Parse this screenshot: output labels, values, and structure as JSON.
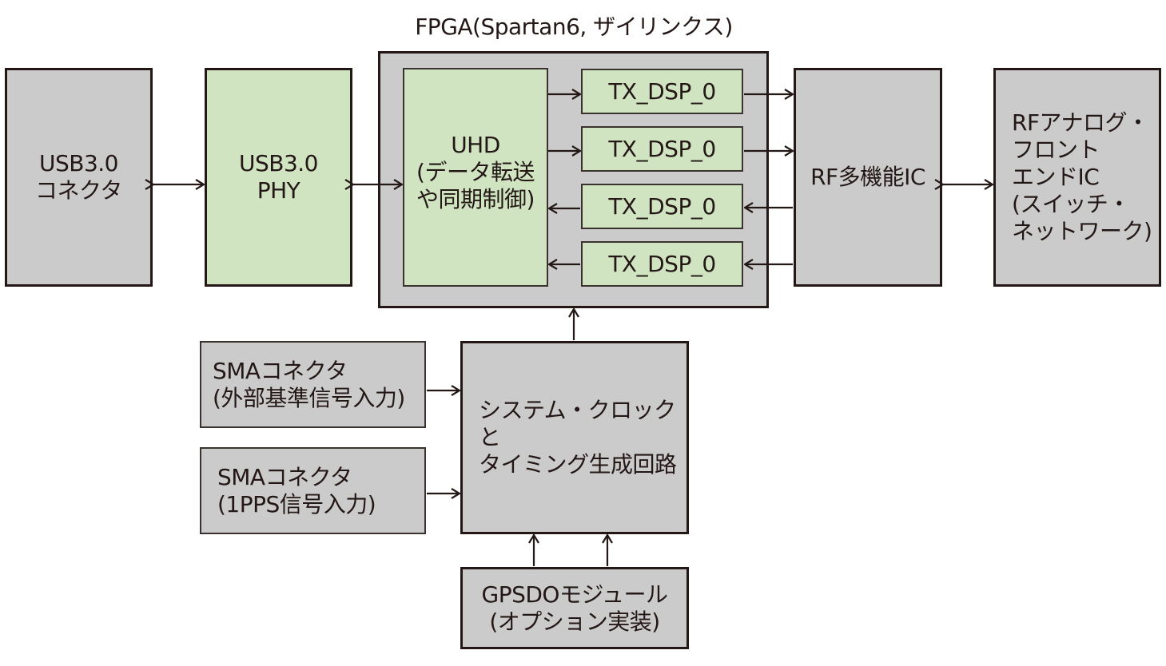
{
  "diagram": {
    "fpga_title": "FPGA(Spartan6, ザイリンクス)",
    "blocks": {
      "usb_connector": "USB3.0\nコネクタ",
      "usb_phy": "USB3.0\nPHY",
      "uhd": "UHD\n(データ転送\nや同期制御)",
      "tx_dsp": [
        "TX_DSP_0",
        "TX_DSP_0",
        "TX_DSP_0",
        "TX_DSP_0"
      ],
      "rf_ic": "RF多機能IC",
      "rf_frontend": "RFアナログ・\nフロント\nエンドIC\n(スイッチ・\nネットワーク)",
      "sma_ref": "SMAコネクタ\n(外部基準信号入力)",
      "sma_pps": "SMAコネクタ\n(1PPS信号入力)",
      "clock_gen": "システム・クロックと\nタイミング生成回路",
      "gpsdo": "GPSDOモジュール\n(オプション実装)"
    },
    "colors": {
      "gray_block": "#cbcbcb",
      "green_block": "#d0e4c2",
      "line": "#231815"
    },
    "connections": [
      {
        "from": "usb_connector",
        "to": "usb_phy",
        "direction": "bidirectional"
      },
      {
        "from": "usb_phy",
        "to": "uhd",
        "direction": "bidirectional"
      },
      {
        "from": "uhd",
        "to": "tx_dsp_1",
        "direction": "forward"
      },
      {
        "from": "uhd",
        "to": "tx_dsp_2",
        "direction": "forward"
      },
      {
        "from": "tx_dsp_3",
        "to": "uhd",
        "direction": "forward"
      },
      {
        "from": "tx_dsp_4",
        "to": "uhd",
        "direction": "forward"
      },
      {
        "from": "tx_dsp_1",
        "to": "rf_ic",
        "direction": "forward"
      },
      {
        "from": "tx_dsp_2",
        "to": "rf_ic",
        "direction": "forward"
      },
      {
        "from": "rf_ic",
        "to": "tx_dsp_3",
        "direction": "forward"
      },
      {
        "from": "rf_ic",
        "to": "tx_dsp_4",
        "direction": "forward"
      },
      {
        "from": "rf_ic",
        "to": "rf_frontend",
        "direction": "bidirectional"
      },
      {
        "from": "clock_gen",
        "to": "fpga",
        "direction": "forward"
      },
      {
        "from": "sma_ref",
        "to": "clock_gen",
        "direction": "forward"
      },
      {
        "from": "sma_pps",
        "to": "clock_gen",
        "direction": "forward"
      },
      {
        "from": "gpsdo",
        "to": "clock_gen",
        "direction": "forward"
      },
      {
        "from": "gpsdo",
        "to": "clock_gen",
        "direction": "forward"
      }
    ]
  }
}
